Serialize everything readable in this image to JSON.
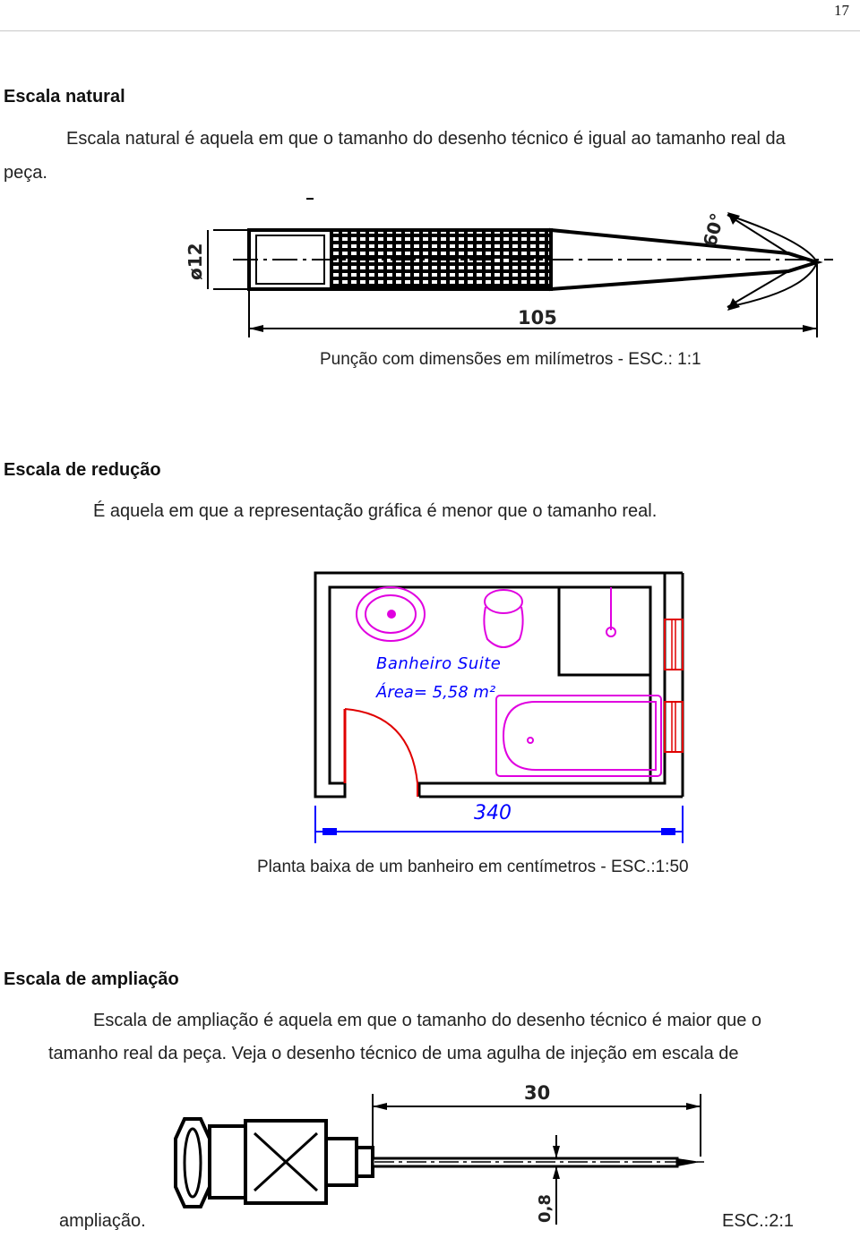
{
  "page": {
    "number": "17"
  },
  "section_natural": {
    "heading": "Escala natural",
    "text_line1": "Escala natural é aquela em que o tamanho do desenho técnico é igual ao tamanho real da",
    "text_line2": "peça."
  },
  "figure_punch": {
    "dim_diameter": "ø12",
    "dim_angle": "60°",
    "dim_length": "105",
    "caption": "Punção com dimensões em milímetros - ESC.: 1:1"
  },
  "section_reduction": {
    "heading": "Escala de redução",
    "text": "É aquela em que a representação gráfica é menor que o tamanho real."
  },
  "figure_bathroom": {
    "label_line1": "Banheiro Suite",
    "label_line2": "Área= 5,58 m²",
    "dim_width": "340",
    "caption": "Planta baixa de um banheiro em centímetros - ESC.:1:50"
  },
  "section_enlargement": {
    "heading": "Escala de ampliação",
    "text_line1": "Escala de ampliação é aquela em que o tamanho do desenho técnico é maior que o",
    "text_line2": "tamanho real da peça. Veja o desenho técnico de uma agulha de injeção em escala de",
    "text_line3": "ampliação.",
    "scale": "ESC.:2:1"
  },
  "figure_needle": {
    "dim_length": "30",
    "dim_diameter": "0,8"
  },
  "colors": {
    "magenta": "#e000e0",
    "blue": "#0000ff",
    "red": "#e00000"
  }
}
